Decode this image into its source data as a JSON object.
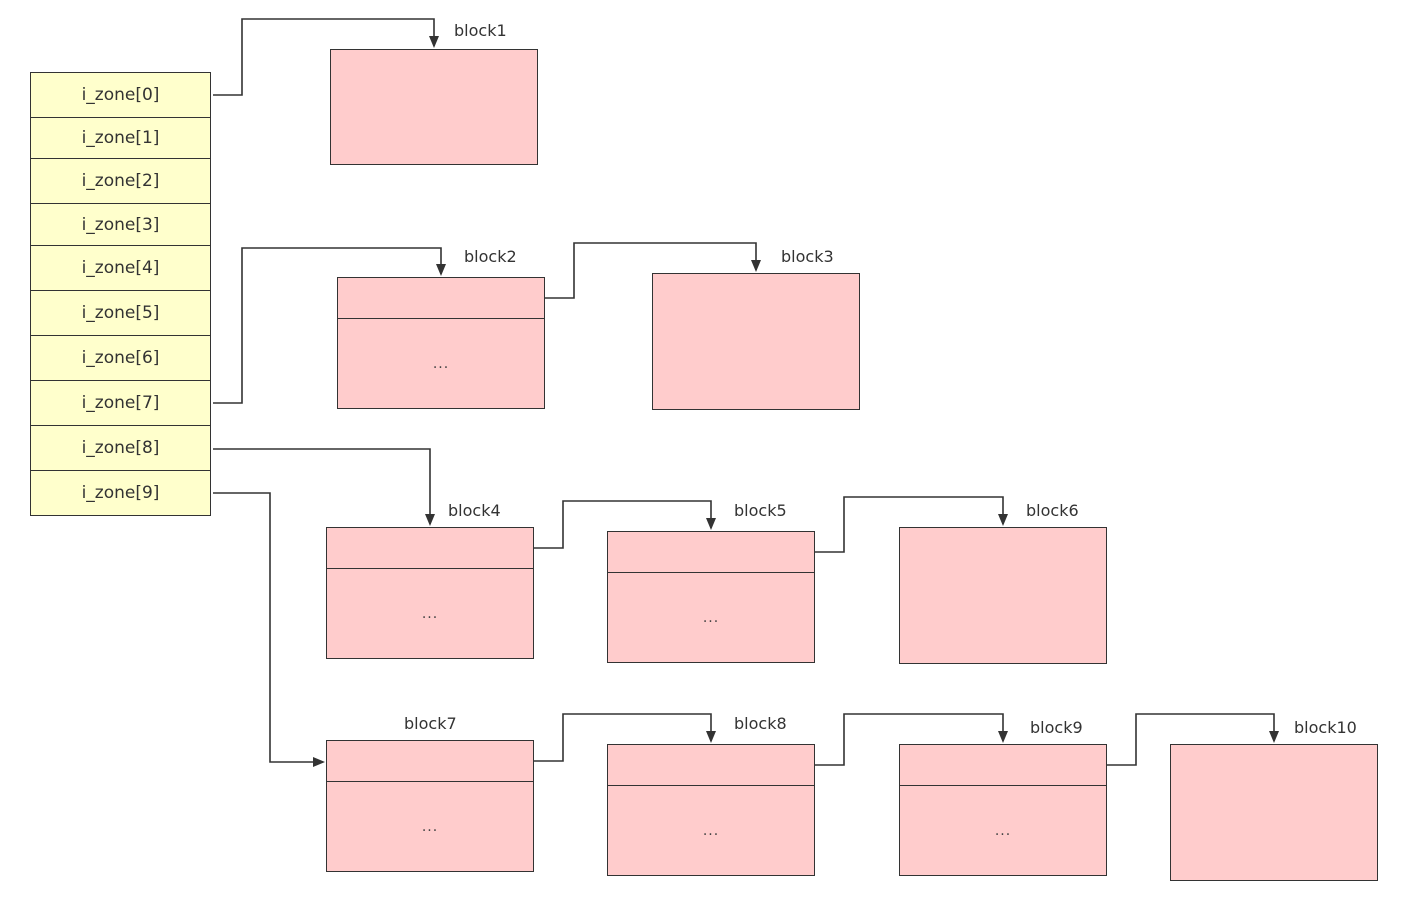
{
  "zones": [
    "i_zone[0]",
    "i_zone[1]",
    "i_zone[2]",
    "i_zone[3]",
    "i_zone[4]",
    "i_zone[5]",
    "i_zone[6]",
    "i_zone[7]",
    "i_zone[8]",
    "i_zone[9]"
  ],
  "blocks": {
    "block1": {
      "label": "block1"
    },
    "block2": {
      "label": "block2",
      "content": "..."
    },
    "block3": {
      "label": "block3"
    },
    "block4": {
      "label": "block4",
      "content": "..."
    },
    "block5": {
      "label": "block5",
      "content": "..."
    },
    "block6": {
      "label": "block6"
    },
    "block7": {
      "label": "block7",
      "content": "..."
    },
    "block8": {
      "label": "block8",
      "content": "..."
    },
    "block9": {
      "label": "block9",
      "content": "..."
    },
    "block10": {
      "label": "block10"
    }
  },
  "links": [
    {
      "from": "i_zone[0]",
      "to": "block1"
    },
    {
      "from": "i_zone[7]",
      "to": "block2"
    },
    {
      "from": "block2",
      "to": "block3"
    },
    {
      "from": "i_zone[8]",
      "to": "block4"
    },
    {
      "from": "block4",
      "to": "block5"
    },
    {
      "from": "block5",
      "to": "block6"
    },
    {
      "from": "i_zone[9]",
      "to": "block7"
    },
    {
      "from": "block7",
      "to": "block8"
    },
    {
      "from": "block8",
      "to": "block9"
    },
    {
      "from": "block9",
      "to": "block10"
    }
  ],
  "colors": {
    "zone_fill": "#ffffcc",
    "block_fill": "#ffcccc",
    "stroke": "#333333"
  }
}
